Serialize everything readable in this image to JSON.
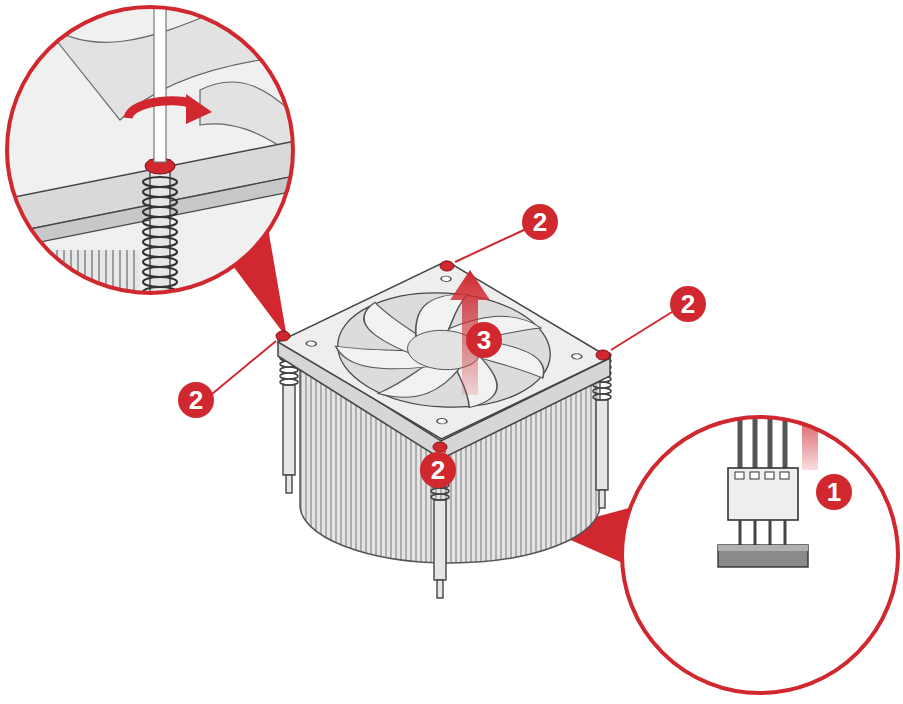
{
  "diagram": {
    "labels": [
      "2",
      "2",
      "3",
      "2",
      "2",
      "1"
    ]
  }
}
